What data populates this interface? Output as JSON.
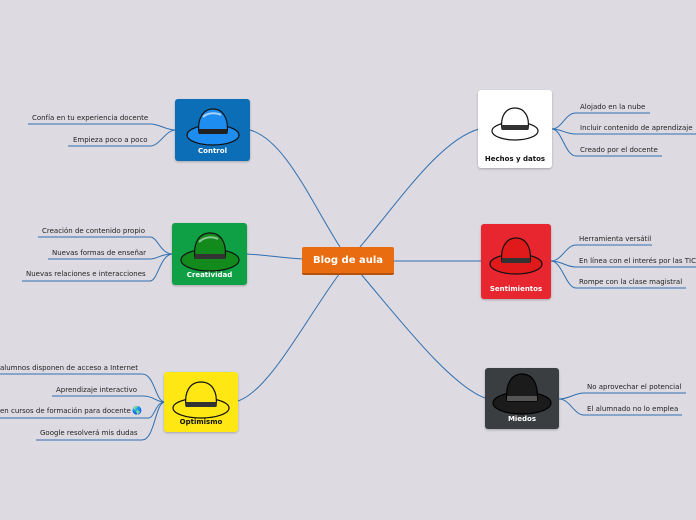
{
  "center": {
    "label": "Blog de aula"
  },
  "hats": {
    "control": {
      "label": "Control",
      "bg": "#0d6eb8",
      "hat": "#1e8df2",
      "leaves": [
        "Confía en tu experiencia docente",
        "Empieza poco a poco"
      ]
    },
    "creatividad": {
      "label": "Creatividad",
      "bg": "#0fa045",
      "hat": "#138a1c",
      "leaves": [
        "Creación de contenido propio",
        "Nuevas formas de enseñar",
        "Nuevas relaciones e interacciones"
      ]
    },
    "optimismo": {
      "label": "Optimismo",
      "bg": "#ffe714",
      "hat": "#ffe714",
      "leaves": [
        "alumnos disponen de acceso a Internet",
        "Aprendizaje interactivo",
        "en cursos de formación para docente",
        "Google resolverá mis dudas"
      ]
    },
    "hechos": {
      "label": "Hechos y datos",
      "bg": "#ffffff",
      "hat": "#ffffff",
      "leaves": [
        "Alojado en la nube",
        "Incluir contenido de aprendizaje",
        "Creado por el docente"
      ]
    },
    "sentimientos": {
      "label": "Sentimientos",
      "bg": "#e8262f",
      "hat": "#e01a1a",
      "leaves": [
        "Herramienta versátil",
        "En línea con el interés por las TIC",
        "Rompe con la clase magistral"
      ]
    },
    "miedos": {
      "label": "Miedos",
      "bg": "#3b3e40",
      "hat": "#1b1b1b",
      "leaves": [
        "No aprovechar el potencial",
        "El alumnado no lo emplea"
      ]
    }
  },
  "colors": {
    "line": "#2f6fb1",
    "background": "#dddbe1",
    "center": "#e96d10"
  },
  "icons": {
    "globe": "globe-icon",
    "hat": "hat-icon"
  }
}
